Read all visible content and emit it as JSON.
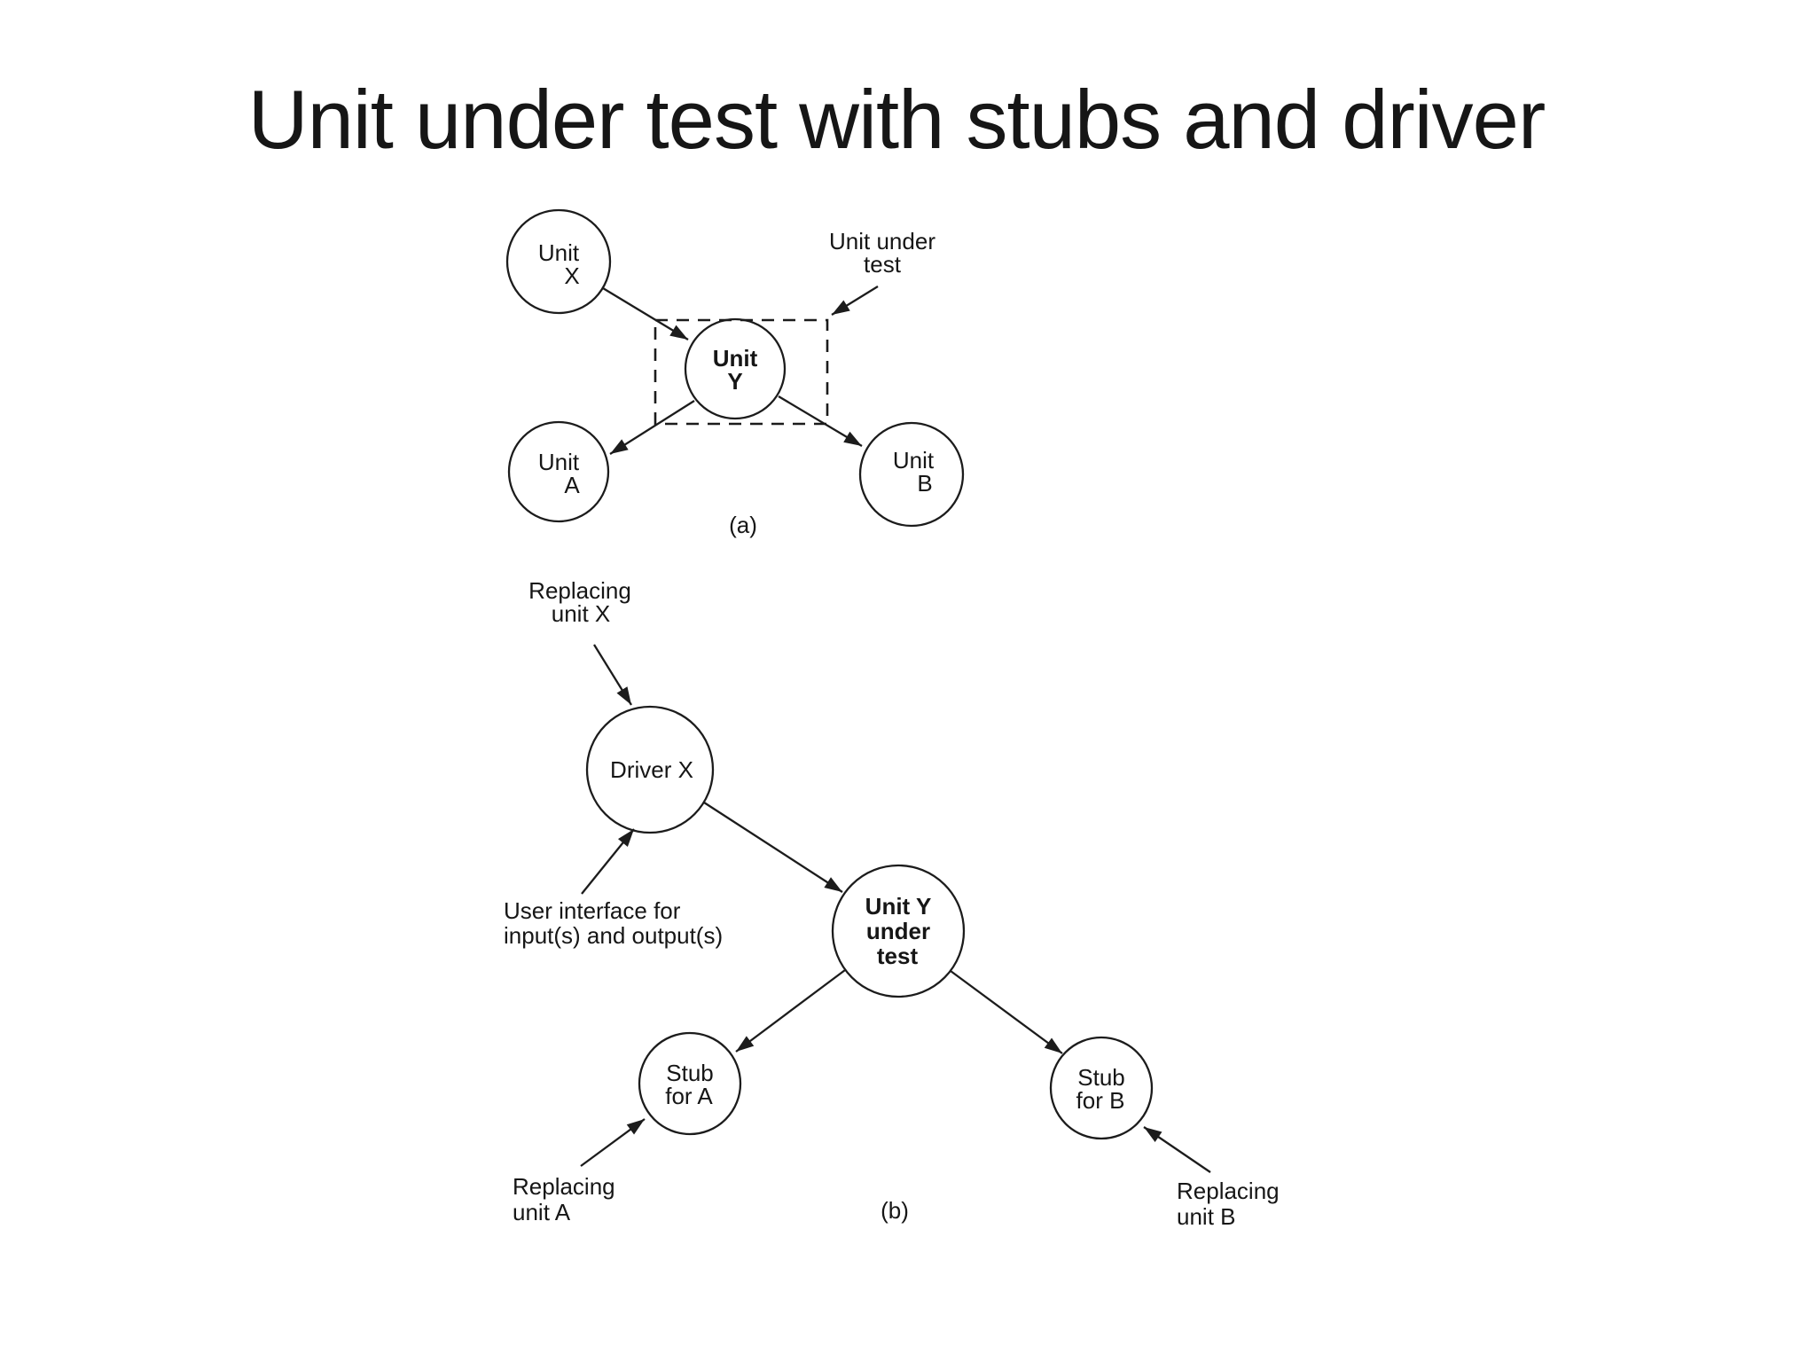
{
  "slide": {
    "title": "Unit under test with stubs and driver",
    "background": "#ffffff",
    "ink_color": "#1c1c1c"
  },
  "diagram_a": {
    "caption": "(a)",
    "callout": {
      "line1": "Unit under",
      "line2": "test"
    },
    "nodes": {
      "unit_x": {
        "line1": "Unit",
        "line2": "X"
      },
      "unit_y": {
        "line1": "Unit",
        "line2": "Y"
      },
      "unit_a": {
        "line1": "Unit",
        "line2": "A"
      },
      "unit_b": {
        "line1": "Unit",
        "line2": "B"
      }
    }
  },
  "diagram_b": {
    "caption": "(b)",
    "labels": {
      "replacing_x": {
        "line1": "Replacing",
        "line2": "unit X"
      },
      "user_interface": {
        "line1": "User interface for",
        "line2": "input(s) and output(s)"
      },
      "replacing_a": {
        "line1": "Replacing",
        "line2": "unit A"
      },
      "replacing_b": {
        "line1": "Replacing",
        "line2": "unit B"
      }
    },
    "nodes": {
      "driver_x": {
        "line1": "Driver X"
      },
      "unit_y": {
        "line1": "Unit Y",
        "line2": "under",
        "line3": "test"
      },
      "stub_a": {
        "line1": "Stub",
        "line2": "for A"
      },
      "stub_b": {
        "line1": "Stub",
        "line2": "for B"
      }
    }
  }
}
